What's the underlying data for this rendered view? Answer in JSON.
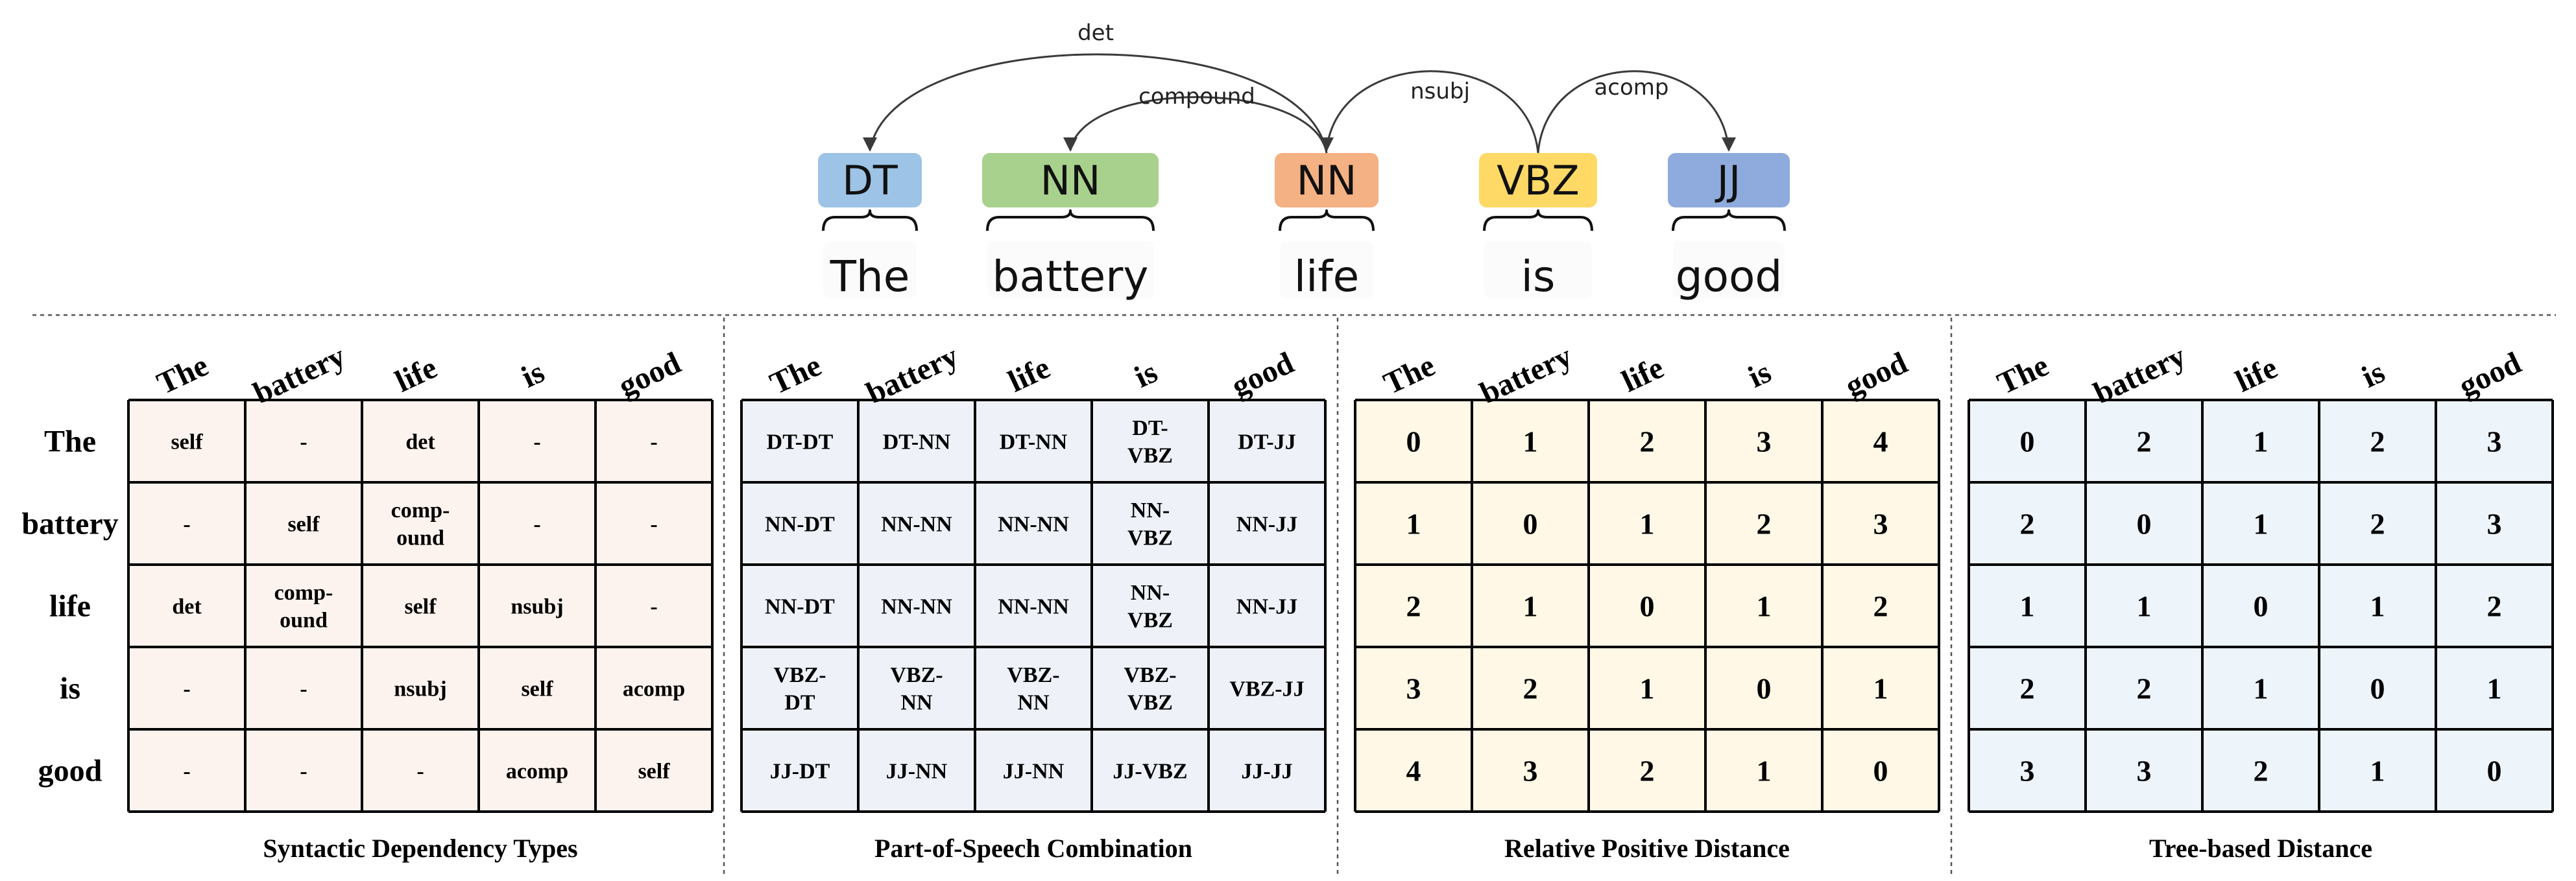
{
  "colors": {
    "tag_DT": "#9dc3e6",
    "tag_NN_battery": "#a9d18e",
    "tag_NN_life": "#f4b183",
    "tag_VBZ": "#ffd966",
    "tag_JJ": "#8faadc",
    "matrix_dep_bg": "#fdf3ee",
    "matrix_pos_bg": "#eef2f8",
    "matrix_rel_bg": "#fff8e6",
    "matrix_tree_bg": "#edf4fa"
  },
  "tokens": [
    {
      "tag": "DT",
      "word": "The",
      "color_key": "tag_DT"
    },
    {
      "tag": "NN",
      "word": "battery",
      "color_key": "tag_NN_battery"
    },
    {
      "tag": "NN",
      "word": "life",
      "color_key": "tag_NN_life"
    },
    {
      "tag": "VBZ",
      "word": "is",
      "color_key": "tag_VBZ"
    },
    {
      "tag": "JJ",
      "word": "good",
      "color_key": "tag_JJ"
    }
  ],
  "arcs": [
    {
      "label": "det",
      "from": 2,
      "to": 0
    },
    {
      "label": "compound",
      "from": 2,
      "to": 1
    },
    {
      "label": "nsubj",
      "from": 3,
      "to": 2
    },
    {
      "label": "acomp",
      "from": 3,
      "to": 4
    }
  ],
  "matrix_words": [
    "The",
    "battery",
    "life",
    "is",
    "good"
  ],
  "matrices": [
    {
      "caption": "Syntactic Dependency Types",
      "bg_key": "matrix_dep_bg",
      "show_row_headers": true,
      "cells": [
        [
          "self",
          "-",
          "det",
          "-",
          "-"
        ],
        [
          "-",
          "self",
          "comp-\nound",
          "-",
          "-"
        ],
        [
          "det",
          "comp-\nound",
          "self",
          "nsubj",
          "-"
        ],
        [
          "-",
          "-",
          "nsubj",
          "self",
          "acomp"
        ],
        [
          "-",
          "-",
          "-",
          "acomp",
          "self"
        ]
      ]
    },
    {
      "caption": "Part-of-Speech Combination",
      "bg_key": "matrix_pos_bg",
      "show_row_headers": false,
      "cells": [
        [
          "DT-DT",
          "DT-NN",
          "DT-NN",
          "DT-\nVBZ",
          "DT-JJ"
        ],
        [
          "NN-DT",
          "NN-NN",
          "NN-NN",
          "NN-\nVBZ",
          "NN-JJ"
        ],
        [
          "NN-DT",
          "NN-NN",
          "NN-NN",
          "NN-\nVBZ",
          "NN-JJ"
        ],
        [
          "VBZ-\nDT",
          "VBZ-\nNN",
          "VBZ-\nNN",
          "VBZ-\nVBZ",
          "VBZ-JJ"
        ],
        [
          "JJ-DT",
          "JJ-NN",
          "JJ-NN",
          "JJ-VBZ",
          "JJ-JJ"
        ]
      ]
    },
    {
      "caption": "Relative Positive Distance",
      "bg_key": "matrix_rel_bg",
      "show_row_headers": false,
      "cells": [
        [
          "0",
          "1",
          "2",
          "3",
          "4"
        ],
        [
          "1",
          "0",
          "1",
          "2",
          "3"
        ],
        [
          "2",
          "1",
          "0",
          "1",
          "2"
        ],
        [
          "3",
          "2",
          "1",
          "0",
          "1"
        ],
        [
          "4",
          "3",
          "2",
          "1",
          "0"
        ]
      ]
    },
    {
      "caption": "Tree-based Distance",
      "bg_key": "matrix_tree_bg",
      "show_row_headers": false,
      "cells": [
        [
          "0",
          "2",
          "1",
          "2",
          "3"
        ],
        [
          "2",
          "0",
          "1",
          "2",
          "3"
        ],
        [
          "1",
          "1",
          "0",
          "1",
          "2"
        ],
        [
          "2",
          "2",
          "1",
          "0",
          "1"
        ],
        [
          "3",
          "3",
          "2",
          "1",
          "0"
        ]
      ]
    }
  ]
}
